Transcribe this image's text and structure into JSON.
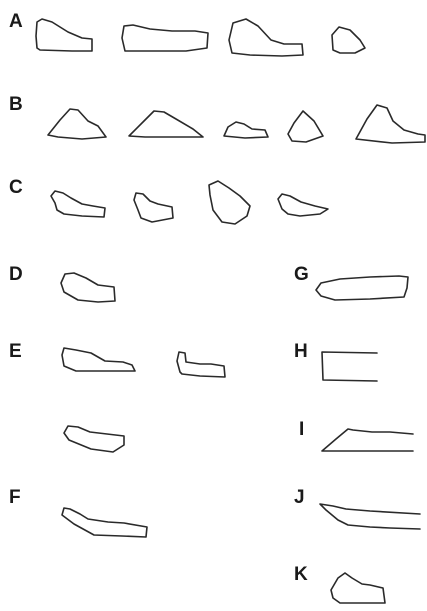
{
  "figure": {
    "rows": [
      {
        "id": "A",
        "label": "A",
        "shape_count": 4
      },
      {
        "id": "B",
        "label": "B",
        "shape_count": 5
      },
      {
        "id": "C",
        "label": "C",
        "shape_count": 4
      },
      {
        "id": "D",
        "label": "D",
        "shape_count": 1
      },
      {
        "id": "E",
        "label": "E",
        "shape_count": 3
      },
      {
        "id": "F",
        "label": "F",
        "shape_count": 1
      },
      {
        "id": "G",
        "label": "G",
        "shape_count": 1
      },
      {
        "id": "H",
        "label": "H",
        "shape_count": 1
      },
      {
        "id": "I",
        "label": "I",
        "shape_count": 1
      },
      {
        "id": "J",
        "label": "J",
        "shape_count": 1
      },
      {
        "id": "K",
        "label": "K",
        "shape_count": 1
      }
    ]
  },
  "style": {
    "stroke_color": "#2a2a2a",
    "background": "#ffffff"
  }
}
